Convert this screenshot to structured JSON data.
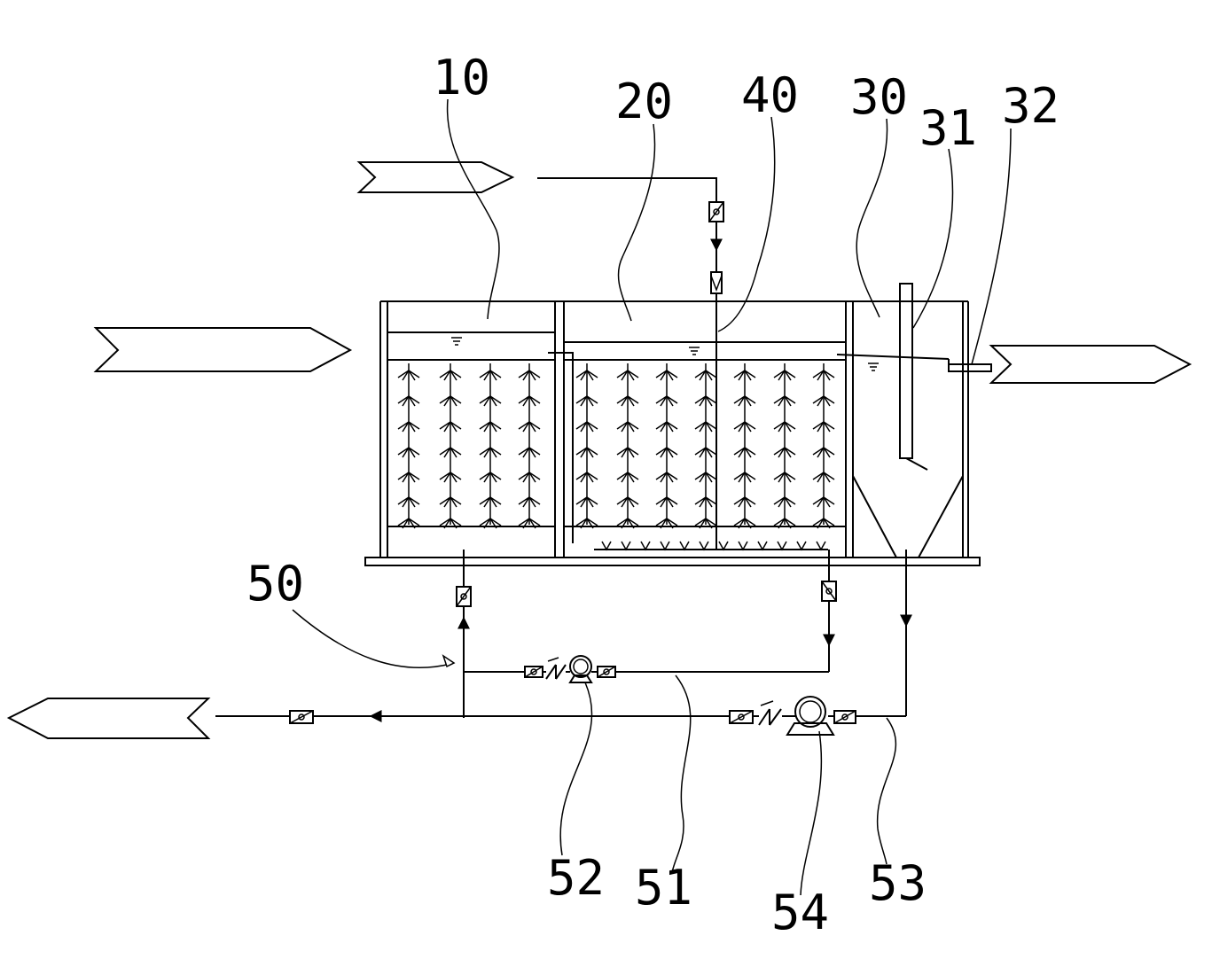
{
  "labels": {
    "l10": "10",
    "l20": "20",
    "l40": "40",
    "l30": "30",
    "l31": "31",
    "l32": "32",
    "l50": "50",
    "l52": "52",
    "l51": "51",
    "l54": "54",
    "l53": "53"
  },
  "colors": {
    "line": "#000000",
    "background": "#ffffff"
  }
}
